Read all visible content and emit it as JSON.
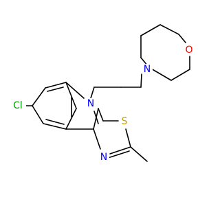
{
  "molecule": {
    "atoms": {
      "oxygen": "O",
      "nitrogen_morpholine": "N",
      "nitrogen_ring": "N",
      "nitrogen_thiazole": "N",
      "sulfur": "S",
      "chlorine": "Cl"
    },
    "colors": {
      "bond": "#000000",
      "oxygen": "#ff0000",
      "nitrogen": "#0000ff",
      "sulfur": "#c8a000",
      "chlorine": "#00a000"
    }
  }
}
